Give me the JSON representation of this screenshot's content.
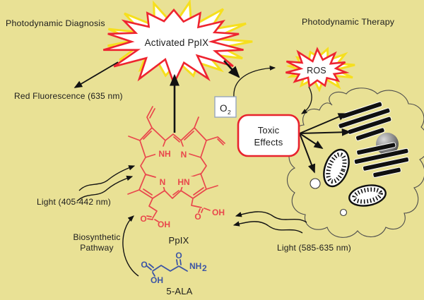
{
  "title_left": "Photodynamic Diagnosis",
  "title_right": "Photodynamic Therapy",
  "starburst_main": {
    "label": "Activated PpIX"
  },
  "starburst_ros": {
    "label": "ROS"
  },
  "o2_box": {
    "symbol": "O",
    "subscript": "2"
  },
  "toxic_box": {
    "line1": "Toxic",
    "line2": "Effects"
  },
  "labels": {
    "red_fluorescence": "Red Fluorescence (635 nm)",
    "light_diagnosis": "Light (405-442 nm)",
    "biosynthetic_line1": "Biosynthetic",
    "biosynthetic_line2": "Pathway",
    "light_therapy": "Light (585-635 nm)",
    "ppix": "PpIX",
    "ala": "5-ALA"
  },
  "ppix_structure": {
    "nh": "NH",
    "n_top": "N",
    "n_bottom": "N",
    "hn": "HN",
    "o_left": "O",
    "oh_left": "OH",
    "o_right": "O",
    "oh_right": "OH"
  },
  "ala_structure": {
    "o_acid": "O",
    "oh_acid": "OH",
    "o_ketone": "O",
    "amine": "NH",
    "amine_sub": "2"
  },
  "colors": {
    "background": "#e9e195",
    "burst_red": "#ee2430",
    "burst_yellow": "#f6df1e",
    "molecule_red": "#e9474c",
    "molecule_blue": "#3c55a5",
    "toxic_border": "#e8232d",
    "text": "#1c1c1c"
  }
}
